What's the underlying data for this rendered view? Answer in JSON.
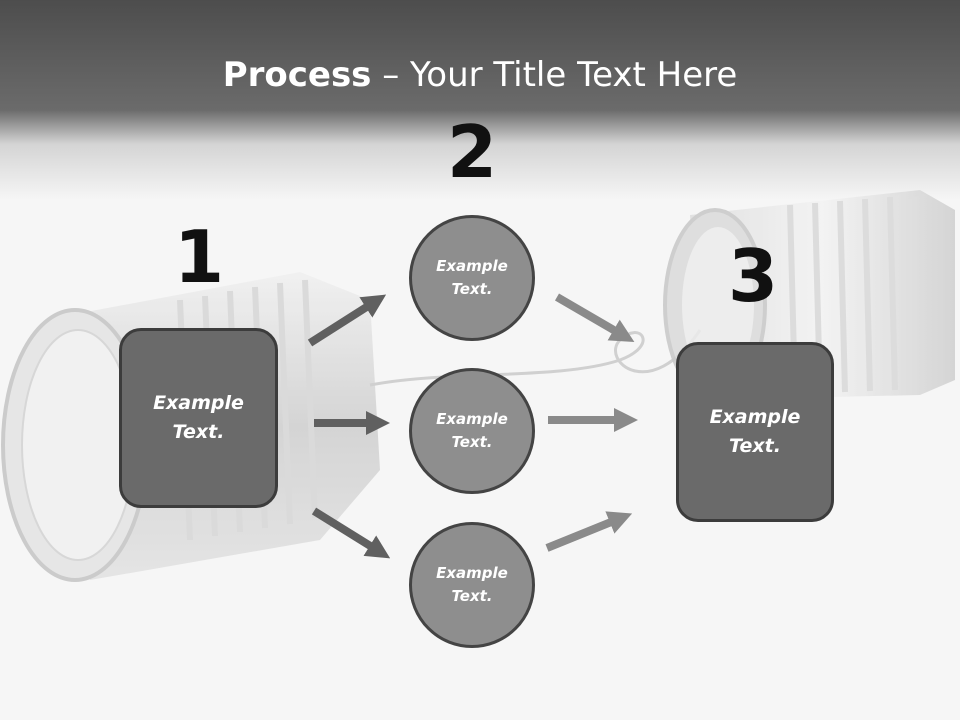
{
  "title": {
    "bold": "Process",
    "rest": " – Your Title Text Here"
  },
  "steps": [
    {
      "number": "1",
      "text_line1": "Example",
      "text_line2": "Text."
    },
    {
      "number": "2",
      "nodes": [
        {
          "text_line1": "Example",
          "text_line2": "Text."
        },
        {
          "text_line1": "Example",
          "text_line2": "Text."
        },
        {
          "text_line1": "Example",
          "text_line2": "Text."
        }
      ]
    },
    {
      "number": "3",
      "text_line1": "Example",
      "text_line2": "Text."
    }
  ],
  "colors": {
    "title_band": "#555555",
    "box_fill": "#6a6a6a",
    "circle_fill": "#8e8e8e",
    "arrow_dark": "#606060",
    "arrow_light": "#8a8a8a"
  }
}
